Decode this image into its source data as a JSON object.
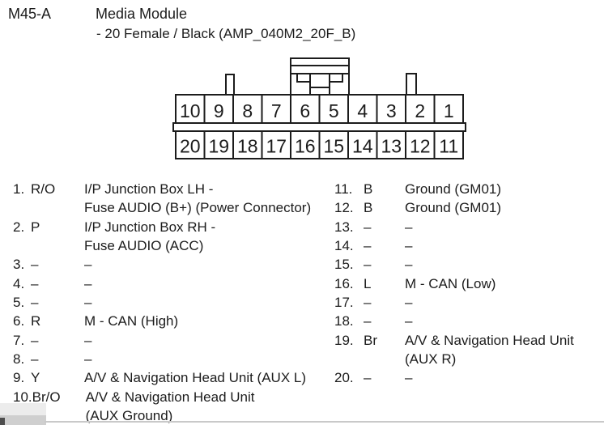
{
  "header": {
    "connector_id": "M45-A",
    "title": "Media Module",
    "subtitle": "- 20 Female / Black (AMP_040M2_20F_B)"
  },
  "connector": {
    "top_row_pins": [
      "10",
      "9",
      "8",
      "7",
      "6",
      "5",
      "4",
      "3",
      "2",
      "1"
    ],
    "bottom_row_pins": [
      "20",
      "19",
      "18",
      "17",
      "16",
      "15",
      "14",
      "13",
      "12",
      "11"
    ]
  },
  "pin_table": {
    "left": [
      {
        "num": "1.",
        "code": "R/O",
        "desc": [
          "I/P Junction Box LH -",
          "Fuse AUDIO (B+) (Power Connector)"
        ]
      },
      {
        "num": "2.",
        "code": "P",
        "desc": [
          "I/P Junction Box RH -",
          "Fuse AUDIO (ACC)"
        ]
      },
      {
        "num": "3.",
        "code": "–",
        "desc": [
          "–"
        ]
      },
      {
        "num": "4.",
        "code": "–",
        "desc": [
          "–"
        ]
      },
      {
        "num": "5.",
        "code": "–",
        "desc": [
          "–"
        ]
      },
      {
        "num": "6.",
        "code": "R",
        "desc": [
          "M - CAN (High)"
        ]
      },
      {
        "num": "7.",
        "code": "–",
        "desc": [
          "–"
        ]
      },
      {
        "num": "8.",
        "code": "–",
        "desc": [
          "–"
        ]
      },
      {
        "num": "9.",
        "code": "Y",
        "desc": [
          "A/V & Navigation Head Unit (AUX L)"
        ]
      },
      {
        "num": "10.",
        "code": "Br/O",
        "desc": [
          "A/V & Navigation Head Unit",
          "(AUX Ground)"
        ]
      }
    ],
    "right": [
      {
        "num": "11.",
        "code": "B",
        "desc": [
          "Ground (GM01)"
        ]
      },
      {
        "num": "12.",
        "code": "B",
        "desc": [
          "Ground (GM01)"
        ]
      },
      {
        "num": "13.",
        "code": "–",
        "desc": [
          "–"
        ]
      },
      {
        "num": "14.",
        "code": "–",
        "desc": [
          "–"
        ]
      },
      {
        "num": "15.",
        "code": "–",
        "desc": [
          "–"
        ]
      },
      {
        "num": "16.",
        "code": "L",
        "desc": [
          "M - CAN (Low)"
        ]
      },
      {
        "num": "17.",
        "code": "–",
        "desc": [
          "–"
        ]
      },
      {
        "num": "18.",
        "code": "–",
        "desc": [
          "–"
        ]
      },
      {
        "num": "19.",
        "code": "Br",
        "desc": [
          "A/V & Navigation Head Unit",
          "(AUX R)"
        ]
      },
      {
        "num": "20.",
        "code": "–",
        "desc": [
          "–"
        ]
      }
    ]
  },
  "colors": {
    "ink": "#1c1c1c",
    "bg": "#ffffff"
  }
}
